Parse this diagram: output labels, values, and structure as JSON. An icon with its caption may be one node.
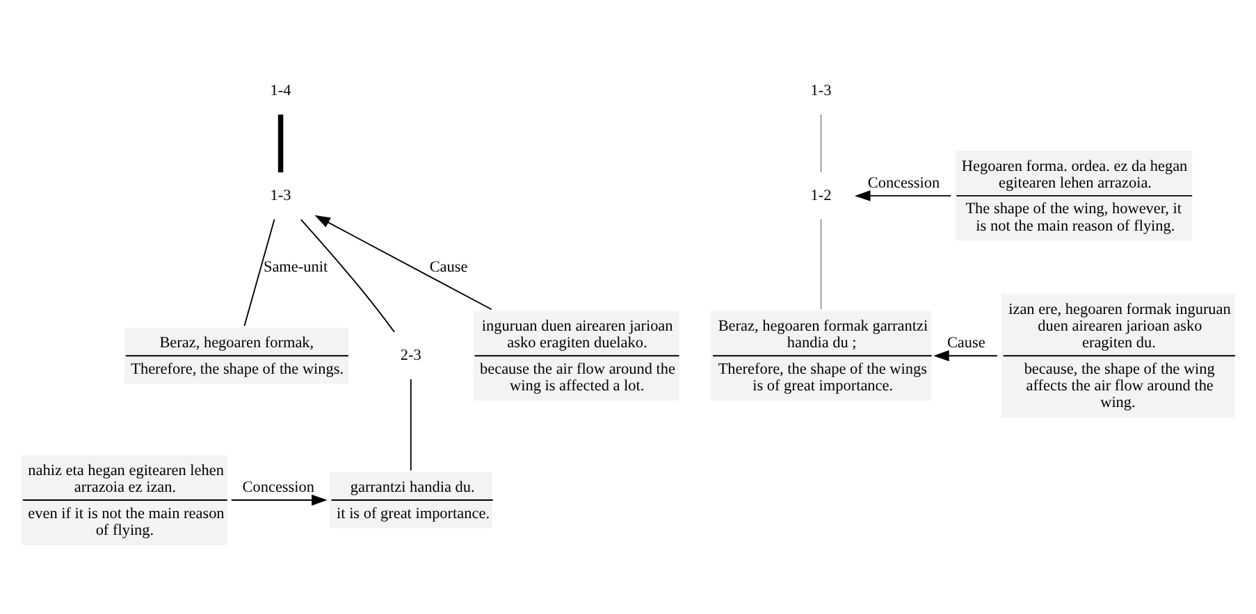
{
  "diagram": {
    "nodes": [
      {
        "text": [
          "1-4"
        ]
      },
      {
        "text": [
          "1-3"
        ]
      },
      {
        "text": [
          "inguruan duen airearen jarioan asko eragiten duelako.",
          "because the air flow around the wing is affected a lot."
        ]
      },
      {
        "text": [
          "Beraz, hegoaren formak,",
          "Therefore, the shape of the wings."
        ]
      },
      {
        "text": [
          "2-3"
        ]
      },
      {
        "text": [
          "nahiz eta hegan egitearen lehen arrazoia ez izan.",
          "even if it is not the main reason of flying."
        ]
      },
      {
        "text": [
          "garrantzi handia du.",
          "it is of great importance."
        ]
      },
      {
        "text": [
          "1-3"
        ]
      },
      {
        "text": [
          "1-2"
        ]
      },
      {
        "text": [
          "Hegoaren forma. ordea. ez da hegan egitearen lehen arrazoia.",
          "The shape of the wing, however, it is not the main reason of flying."
        ]
      },
      {
        "text": [
          "Beraz, hegoaren formak garrantzi handia du ;",
          "Therefore, the shape of the wings is of great importance."
        ]
      },
      {
        "text": [
          "izan ere, hegoaren formak inguruan duen airearen jarioan asko eragiten du.",
          "because, the shape of the wing affects the air flow around the wing."
        ]
      }
    ],
    "edges": [
      {
        "from": 0,
        "to": 1,
        "arrow": "none",
        "style": "thick"
      },
      {
        "from": 2,
        "to": 1,
        "arrow": "to",
        "label": "Cause"
      },
      {
        "from": 1,
        "to": 3,
        "arrow": "none",
        "label": "Same-unit"
      },
      {
        "from": 1,
        "to": 4,
        "arrow": "none"
      },
      {
        "from": 4,
        "to": 6,
        "arrow": "none"
      },
      {
        "from": 5,
        "to": 6,
        "arrow": "to",
        "label": "Concession"
      },
      {
        "from": 7,
        "to": 8,
        "arrow": "none",
        "color": "#999999"
      },
      {
        "from": 9,
        "to": 8,
        "arrow": "to",
        "label": "Concession"
      },
      {
        "from": 8,
        "to": 10,
        "arrow": "none",
        "color": "#999999"
      },
      {
        "from": 11,
        "to": 10,
        "arrow": "to",
        "label": "Cause"
      }
    ]
  }
}
